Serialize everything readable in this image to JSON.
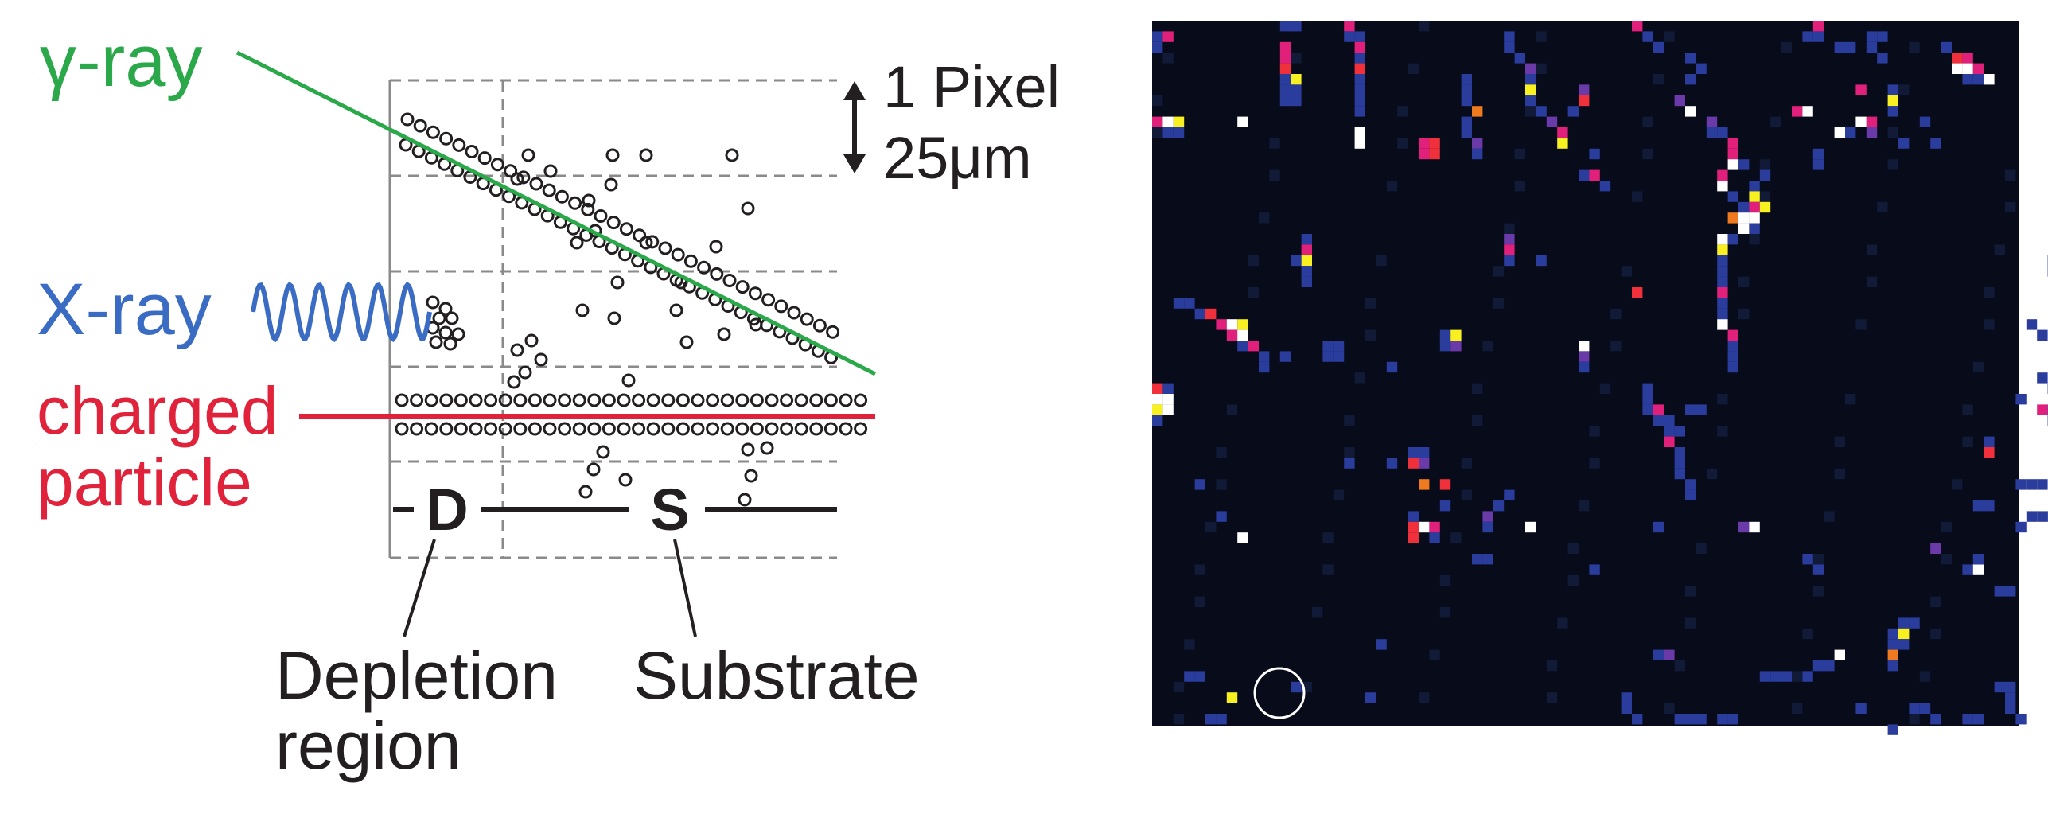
{
  "labels": {
    "gamma": "γ-ray",
    "xray": "X-ray",
    "charged_line1": "charged",
    "charged_line2": "particle",
    "pixel_line1": "1 Pixel",
    "pixel_line2": "25μm",
    "d": "D",
    "s": "S",
    "depletion_line1": "Depletion",
    "depletion_line2": "region",
    "substrate": "Substrate"
  },
  "colors": {
    "gamma": "#2aa84a",
    "xray": "#3a6cc4",
    "charged": "#e0223a",
    "ink": "#231f20",
    "grid": "#8a8a8a",
    "sensor_bg": "#070b1a",
    "hit_blue": "#2a3c9c",
    "hit_violet": "#6a3aa8",
    "hit_magenta": "#e0207a",
    "hit_red": "#f0303a",
    "hit_orange": "#f07a20",
    "hit_yellow": "#f8f020",
    "hit_white": "#ffffff"
  },
  "icons": {
    "pixel_height_arrow": "double-headed-vertical-arrow-icon",
    "xray_wave": "sine-wave-icon",
    "highlight_ring": "circle-highlight-icon"
  }
}
